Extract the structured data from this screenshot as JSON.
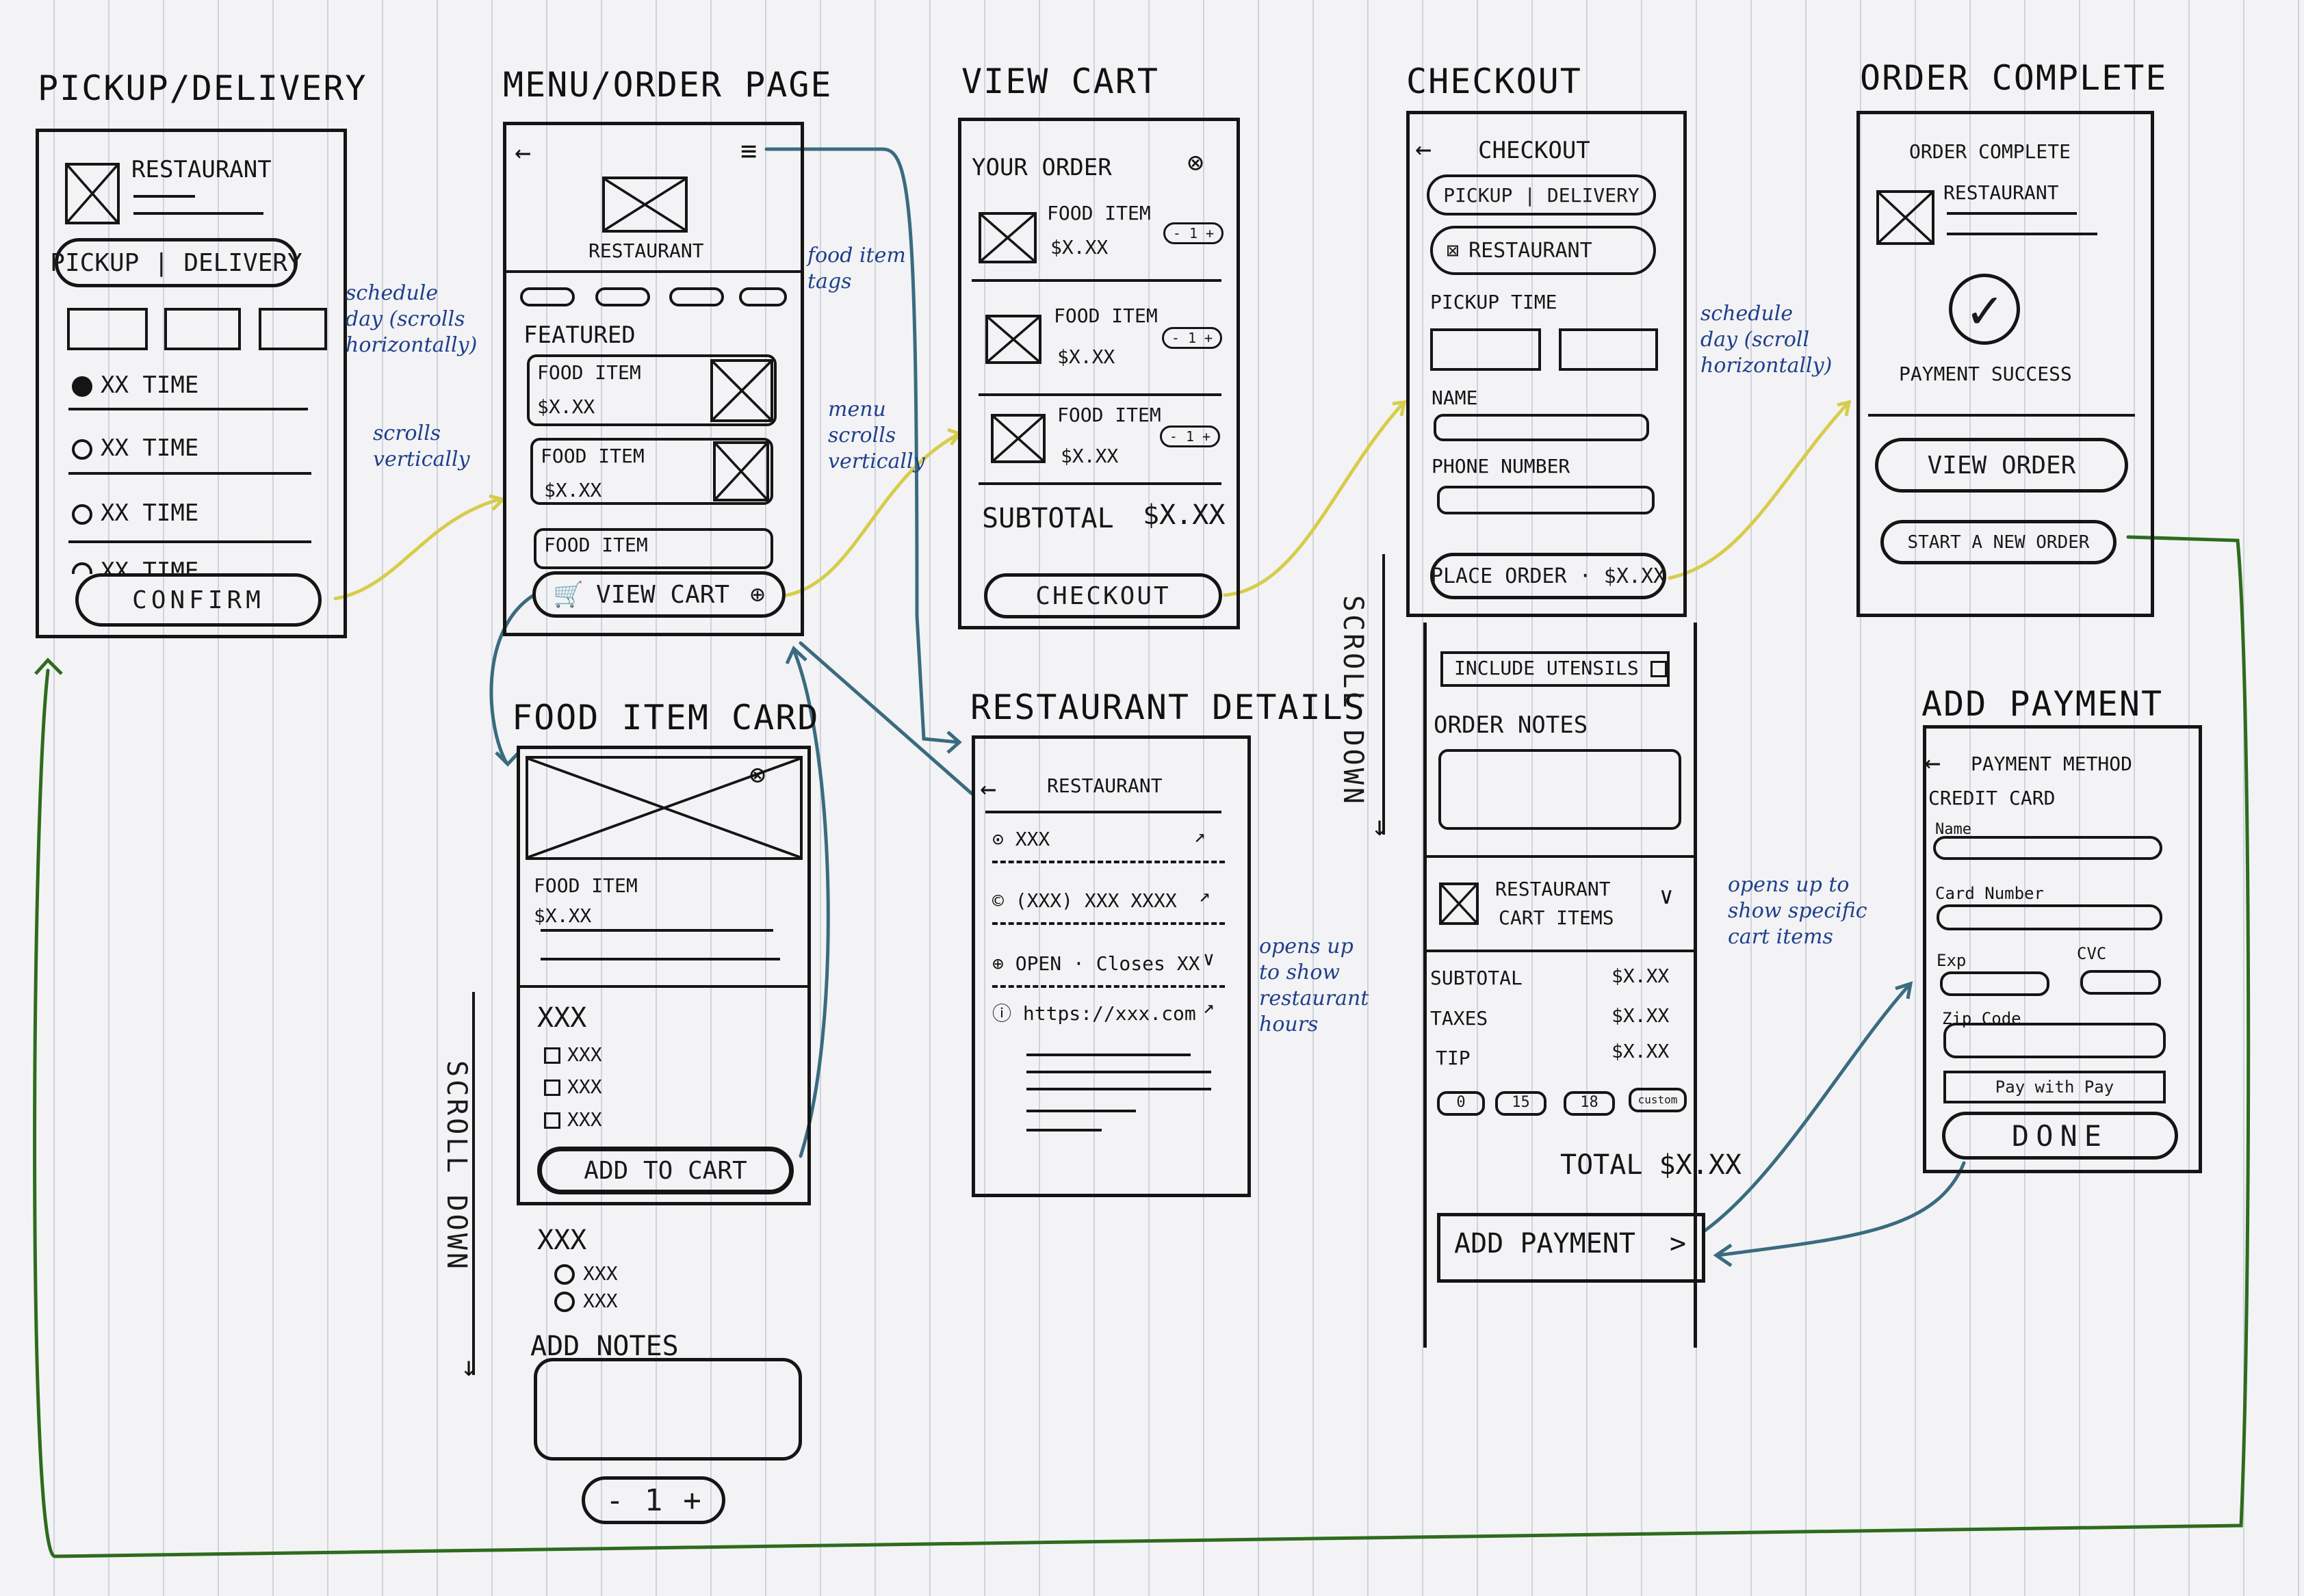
{
  "colors": {
    "ink": "#151515",
    "note": "#1f3f8a",
    "yellow_arrow": "#d7cc4c",
    "teal_arrow": "#3a6b80",
    "green_arrow": "#2e6b1e"
  },
  "titles": {
    "pickup": "PICKUP/DELIVERY",
    "menu": "MENU/ORDER PAGE",
    "cart": "VIEW CART",
    "checkout": "CHECKOUT",
    "complete": "ORDER COMPLETE",
    "food_card": "FOOD ITEM CARD",
    "details": "RESTAURANT DETAILS",
    "add_payment": "ADD PAYMENT"
  },
  "pickup": {
    "restaurant": "RESTAURANT",
    "toggle": "PICKUP | DELIVERY",
    "times": [
      "XX TIME",
      "XX TIME",
      "XX TIME",
      "XX TIME"
    ],
    "confirm": "CONFIRM",
    "note_schedule": "schedule\nday (scrolls\nhorizontally)",
    "note_scrolls": "scrolls\nvertically"
  },
  "menu": {
    "back_icon": "arrow-left",
    "menu_icon": "hamburger",
    "restaurant": "RESTAURANT",
    "featured": "FEATURED",
    "items": [
      {
        "name": "FOOD ITEM",
        "price": "$X.XX"
      },
      {
        "name": "FOOD ITEM",
        "price": "$X.XX"
      },
      {
        "name": "FOOD ITEM",
        "price": ""
      }
    ],
    "view_cart": "VIEW CART",
    "note_tags": "food item\ntags",
    "note_menu": "menu\nscrolls\nvertically"
  },
  "cart": {
    "your_order": "YOUR ORDER",
    "items": [
      {
        "name": "FOOD ITEM",
        "price": "$X.XX"
      },
      {
        "name": "FOOD ITEM",
        "price": "$X.XX"
      },
      {
        "name": "FOOD ITEM",
        "price": "$X.XX"
      }
    ],
    "subtotal_label": "SUBTOTAL",
    "subtotal_value": "$X.XX",
    "checkout": "CHECKOUT"
  },
  "checkout": {
    "header": "CHECKOUT",
    "toggle": "PICKUP | DELIVERY",
    "restaurant": "RESTAURANT",
    "pickup_time": "PICKUP TIME",
    "name": "NAME",
    "phone": "PHONE NUMBER",
    "place_order": "PLACE ORDER · $X.XX",
    "note_schedule": "schedule\nday (scroll\nhorizontally)",
    "scroll": "SCROLL DOWN",
    "include_utensils": "INCLUDE UTENSILS",
    "order_notes": "ORDER NOTES",
    "cart_restaurant": "RESTAURANT",
    "cart_items": "CART ITEMS",
    "note_opens": "opens up to\nshow specific\ncart items",
    "subtotal": "SUBTOTAL",
    "taxes": "TAXES",
    "tip": "TIP",
    "subtotal_val": "$X.XX",
    "taxes_val": "$X.XX",
    "tip_val": "$X.XX",
    "tip_options": [
      "0",
      "15",
      "18",
      "custom"
    ],
    "total": "TOTAL $X.XX",
    "add_payment": "ADD PAYMENT",
    "chevron": ">"
  },
  "complete": {
    "header": "ORDER COMPLETE",
    "restaurant": "RESTAURANT",
    "payment_success": "PAYMENT SUCCESS",
    "view_order": "VIEW ORDER",
    "new_order": "START A NEW ORDER"
  },
  "food_card": {
    "name": "FOOD ITEM",
    "price": "$X.XX",
    "option_group": "XXX",
    "options": [
      "XXX",
      "XXX",
      "XXX"
    ],
    "add_to_cart": "ADD TO CART",
    "option_group2": "XXX",
    "options2": [
      "XXX",
      "XXX"
    ],
    "add_notes": "ADD NOTES",
    "qty": "1",
    "minus": "-",
    "plus": "+",
    "scroll": "SCROLL DOWN"
  },
  "details": {
    "restaurant": "RESTAURANT",
    "rows": [
      "XXX",
      "(XXX) XXX XXXX",
      "OPEN · Closes XX",
      "https://xxx.com"
    ],
    "note_hours": "opens up\nto show\nrestaurant\nhours"
  },
  "add_payment": {
    "header": "PAYMENT METHOD",
    "credit": "CREDIT CARD",
    "name": "Name",
    "card": "Card Number",
    "exp": "Exp",
    "cvc": "CVC",
    "zip": "Zip Code",
    "pay": "Pay with Pay",
    "done": "DONE"
  }
}
